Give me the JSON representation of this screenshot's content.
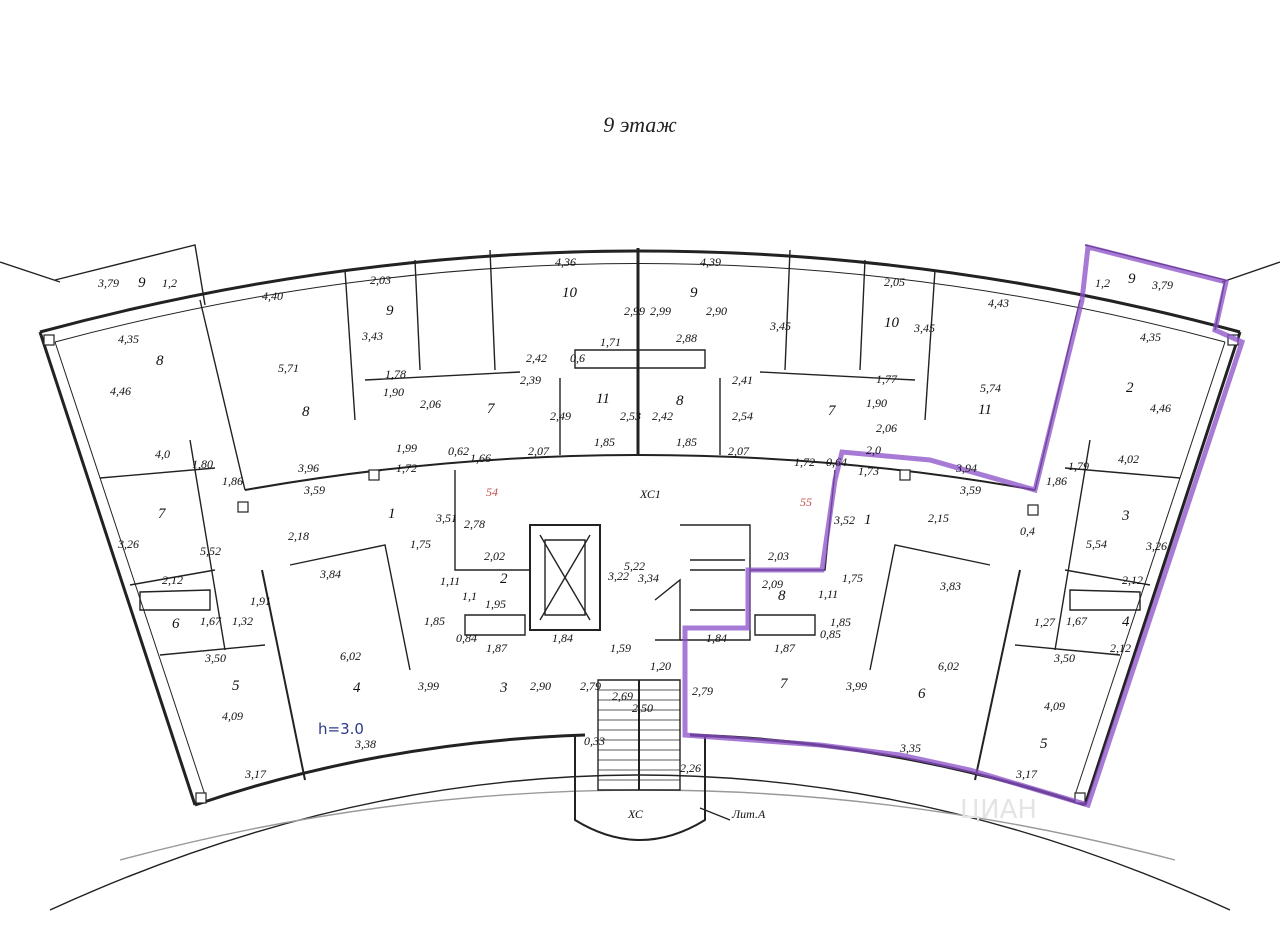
{
  "floor_title": "9 этаж",
  "corridor_code": "ХС1",
  "stair_code": "ХС",
  "building_label": "Лит.А",
  "unit_numbers": {
    "left": "54",
    "right": "55"
  },
  "height_note": "h=3.0",
  "watermark": "ЦИАН",
  "highlight_color": "#8a4fc7",
  "left_wing": {
    "balcony": [
      "3,79",
      "9",
      "1,2"
    ],
    "room8": [
      "4,35",
      "8",
      "4,46"
    ],
    "room7": [
      "4,0",
      "1,80",
      "7",
      "3,26",
      "5,52",
      "1,86"
    ],
    "room6": [
      "2,12",
      "6",
      "1,67",
      "1,32"
    ],
    "room5": [
      "3,50",
      "5",
      "4,09",
      "1,91",
      "3,17"
    ],
    "room4": [
      "3,84",
      "4",
      "6,02",
      "3,99",
      "3,38"
    ],
    "room8b": [
      "4,40",
      "8",
      "5,71"
    ],
    "room9": [
      "2,03",
      "9",
      "3,43",
      "1,78",
      "1,90",
      "2,06"
    ],
    "room10": [
      "4,36",
      "10",
      "2,99"
    ],
    "room7c": [
      "7",
      "2,42",
      "0,6",
      "2,39",
      "2,49",
      "1,71"
    ],
    "room11": [
      "11",
      "2,53",
      "1,85"
    ],
    "room1": [
      "1,99",
      "0,62",
      "1,66",
      "2,07",
      "3,96",
      "1,72",
      "3,59",
      "1",
      "3,51",
      "2,78",
      "2,18",
      "1,75"
    ],
    "room2": [
      "2,02",
      "2",
      "1,11",
      "1,1",
      "1,95",
      "1,85",
      "0,84",
      "1,87"
    ],
    "room3": [
      "3",
      "2,90",
      "1,84",
      "2,79"
    ]
  },
  "core": [
    "5,22",
    "3,22",
    "3,34",
    "1,59",
    "1,20",
    "2,69",
    "2,50",
    "0,33",
    "2,26"
  ],
  "right_wing": {
    "balcony": [
      "1,2",
      "9",
      "3,79"
    ],
    "room9": [
      "4,39",
      "9",
      "2,99",
      "2,90",
      "3,45"
    ],
    "room8": [
      "2,88",
      "8",
      "2,42",
      "2,54",
      "1,85",
      "2,41"
    ],
    "room10": [
      "2,05",
      "10",
      "3,45",
      "1,77",
      "1,90"
    ],
    "room11": [
      "4,43",
      "11",
      "5,74",
      "2,06",
      "7"
    ],
    "room2": [
      "4,35",
      "2",
      "4,46"
    ],
    "room3": [
      "4,02",
      "1,79",
      "3",
      "3,26",
      "5,54",
      "1,86",
      "0,4"
    ],
    "room4": [
      "2,12",
      "4",
      "1,67",
      "1,27",
      "2,12"
    ],
    "room5": [
      "3,50",
      "5",
      "4,09",
      "3,17"
    ],
    "room1": [
      "2,0",
      "1,72",
      "0,64",
      "2,07",
      "1,73",
      "3,94",
      "3,59",
      "1",
      "3,52",
      "2,15"
    ],
    "room8b": [
      "2,03",
      "2,09",
      "8",
      "1,11",
      "1,75",
      "1,85",
      "0,85",
      "1,87",
      "1,84"
    ],
    "room7": [
      "7",
      "2,79",
      "3,99"
    ],
    "room6": [
      "3,83",
      "6",
      "6,02",
      "3,35"
    ]
  }
}
